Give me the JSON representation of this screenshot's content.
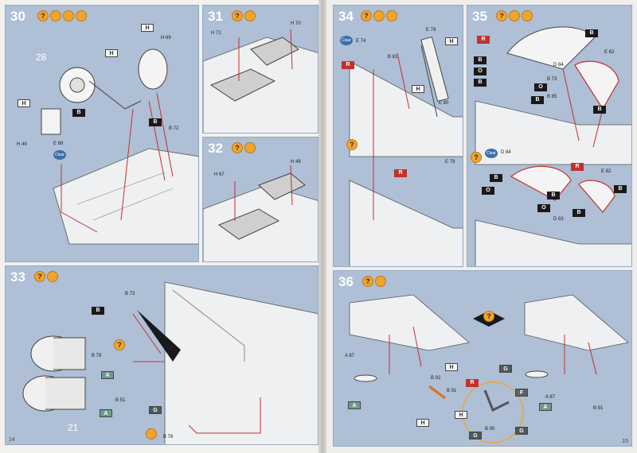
{
  "steps": {
    "s30": {
      "num": "30"
    },
    "s31": {
      "num": "31"
    },
    "s32": {
      "num": "32"
    },
    "s33": {
      "num": "33"
    },
    "s34": {
      "num": "34"
    },
    "s35": {
      "num": "35"
    },
    "s36": {
      "num": "36"
    }
  },
  "refs": {
    "r28": "28",
    "r21": "21"
  },
  "pages": {
    "left": "14",
    "right": "15"
  },
  "symbols": {
    "question": "?"
  },
  "labels": {
    "H69": "H 69",
    "H70": "H 70",
    "H71": "H 71",
    "H67": "H 67",
    "H49": "H 49",
    "B72": "B 72",
    "E68": "E 68",
    "B73": "B 73",
    "B79": "B 79",
    "B51": "B 51",
    "B76": "B 76",
    "E74": "E 74",
    "E79": "E 79",
    "B81": "B 81",
    "E80": "E 80",
    "D84": "D 84",
    "E82": "E 82",
    "D83": "D 83",
    "B85": "B 85",
    "A87": "A 87",
    "B92": "B 92",
    "B91": "B 91",
    "B90": "B 90"
  },
  "clear_label": "Clear",
  "colors": {
    "panel": "#aebfd6",
    "red_line": "#c3312d",
    "accent": "#f0a531"
  }
}
